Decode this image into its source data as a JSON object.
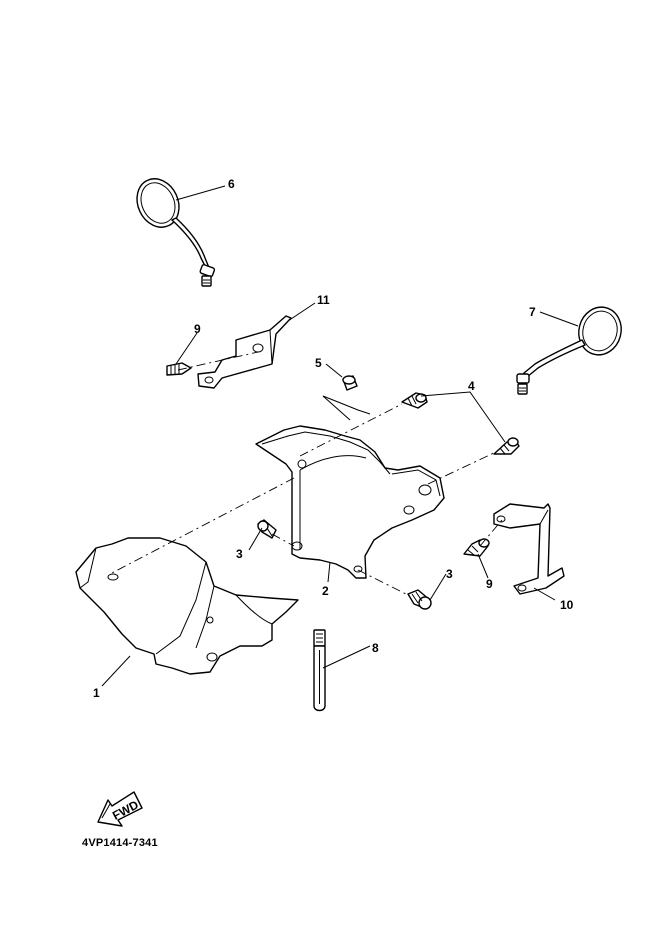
{
  "callouts": {
    "c1": "1",
    "c2": "2",
    "c3a": "3",
    "c3b": "3",
    "c4": "4",
    "c5": "5",
    "c6": "6",
    "c7": "7",
    "c8": "8",
    "c9a": "9",
    "c9b": "9",
    "c10": "10",
    "c11": "11"
  },
  "fwd_label": "FWD",
  "catalog_number": "4VP1414-7341"
}
